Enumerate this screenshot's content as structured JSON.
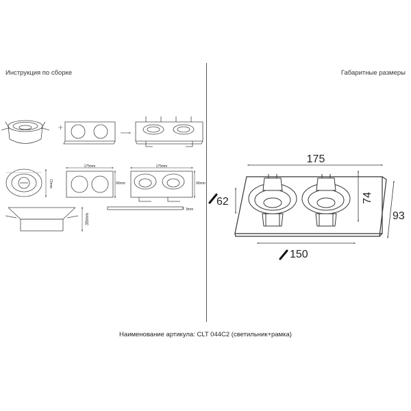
{
  "left_heading": "Инструкция по сборке",
  "right_heading": "Габаритные размеры",
  "footer": "Наименование артикула: CLT 044C2 (светильник+рамка)",
  "assembly_dims": {
    "width": "175mm",
    "height": "90mm",
    "width2": "175mm",
    "height2": "90mm",
    "diameter": "72mm",
    "depth": "35mm",
    "thickness": "3mm"
  },
  "dimensions": {
    "length": "175",
    "height": "93",
    "inner_height": "74",
    "cutout_length": "150",
    "cutout_diameter": "62"
  }
}
